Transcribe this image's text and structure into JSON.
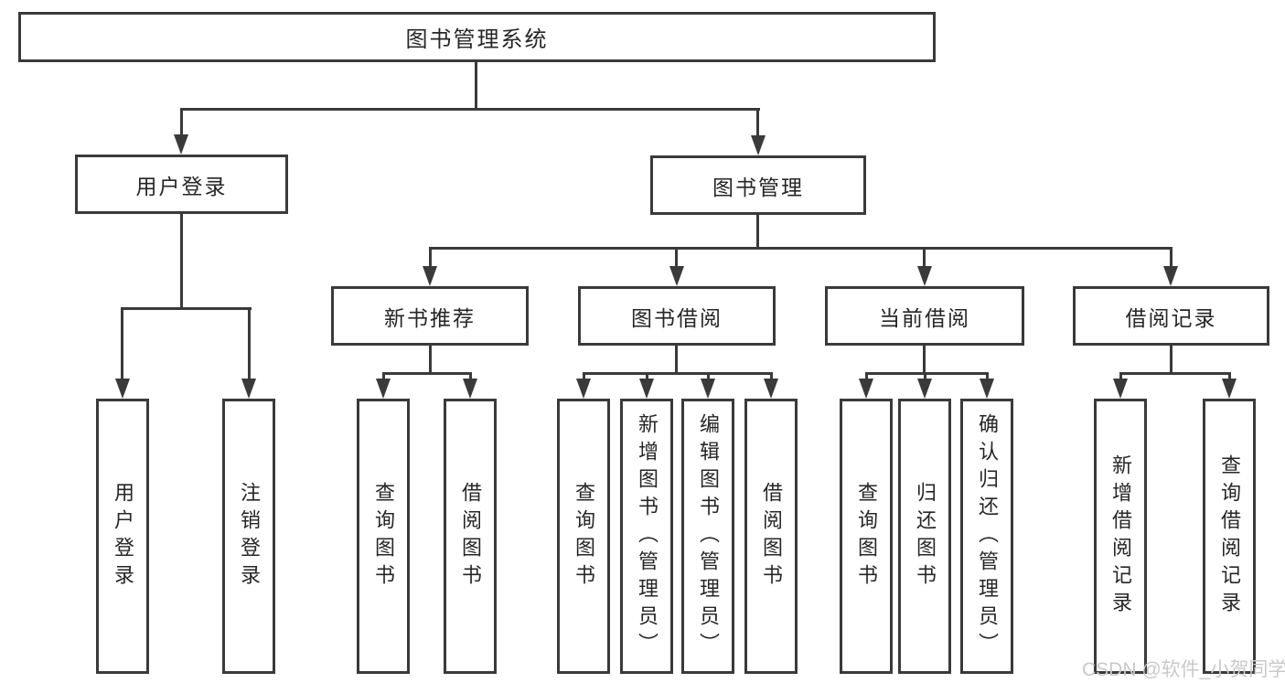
{
  "colors": {
    "line": "#3a3a3a",
    "text": "#262626",
    "background": "#ffffff",
    "watermark": "#c9c9c9"
  },
  "diagram": {
    "root": {
      "label": "图书管理系统"
    },
    "level2": [
      {
        "label": "用户登录"
      },
      {
        "label": "图书管理"
      }
    ],
    "level3": [
      {
        "label": "新书推荐",
        "parent": "图书管理"
      },
      {
        "label": "图书借阅",
        "parent": "图书管理"
      },
      {
        "label": "当前借阅",
        "parent": "图书管理"
      },
      {
        "label": "借阅记录",
        "parent": "图书管理"
      }
    ],
    "leaves": [
      {
        "label": "用户登录",
        "parent": "用户登录"
      },
      {
        "label": "注销登录",
        "parent": "用户登录"
      },
      {
        "label": "查询图书",
        "parent": "新书推荐"
      },
      {
        "label": "借阅图书",
        "parent": "新书推荐"
      },
      {
        "label": "查询图书",
        "parent": "图书借阅"
      },
      {
        "label": "新增图书（管理员）",
        "parent": "图书借阅"
      },
      {
        "label": "编辑图书（管理员）",
        "parent": "图书借阅"
      },
      {
        "label": "借阅图书",
        "parent": "图书借阅"
      },
      {
        "label": "查询图书",
        "parent": "当前借阅"
      },
      {
        "label": "归还图书",
        "parent": "当前借阅"
      },
      {
        "label": "确认归还（管理员）",
        "parent": "当前借阅"
      },
      {
        "label": "新增借阅记录",
        "parent": "借阅记录"
      },
      {
        "label": "查询借阅记录",
        "parent": "借阅记录"
      }
    ]
  },
  "watermark": {
    "text": "CSDN @软件_小贺同学"
  }
}
